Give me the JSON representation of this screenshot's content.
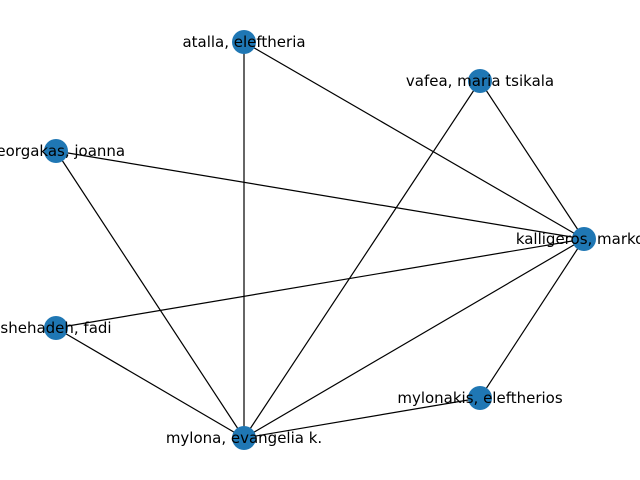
{
  "colors": {
    "node": "#1f77b4",
    "edge": "#000000",
    "background": "#ffffff"
  },
  "graph": {
    "nodes": [
      {
        "id": "atalla",
        "label": "atalla, eleftheria"
      },
      {
        "id": "vafea",
        "label": "vafea, maria tsikala"
      },
      {
        "id": "georgakas",
        "label": "georgakas, joanna"
      },
      {
        "id": "kalligeros",
        "label": "kalligeros, markos"
      },
      {
        "id": "shehadeh",
        "label": "shehadeh, fadi"
      },
      {
        "id": "mylonakis",
        "label": "mylonakis, eleftherios"
      },
      {
        "id": "mylona",
        "label": "mylona, evangelia k."
      }
    ],
    "edges": [
      [
        "atalla",
        "kalligeros"
      ],
      [
        "atalla",
        "mylona"
      ],
      [
        "vafea",
        "kalligeros"
      ],
      [
        "vafea",
        "mylona"
      ],
      [
        "georgakas",
        "kalligeros"
      ],
      [
        "georgakas",
        "mylona"
      ],
      [
        "shehadeh",
        "kalligeros"
      ],
      [
        "shehadeh",
        "mylona"
      ],
      [
        "kalligeros",
        "mylona"
      ],
      [
        "kalligeros",
        "mylonakis"
      ],
      [
        "mylonakis",
        "mylona"
      ]
    ]
  }
}
